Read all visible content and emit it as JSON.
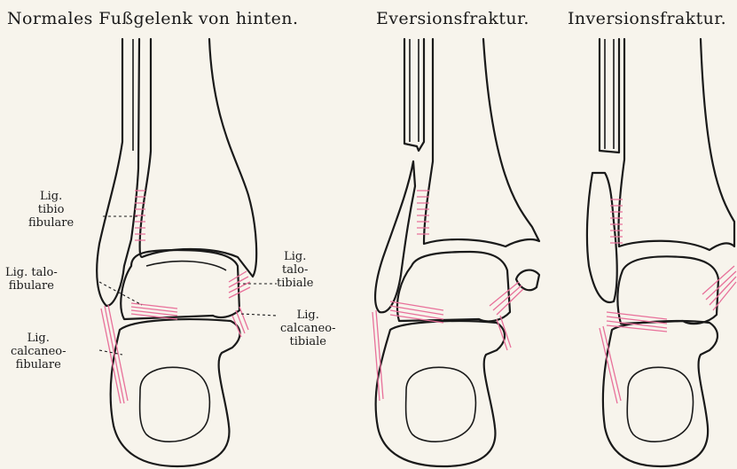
{
  "titles": {
    "normal": "Normales Fußgelenk von hinten.",
    "eversion": "Eversionsfraktur.",
    "inversion": "Inversionsfraktur."
  },
  "labels": {
    "tibiofibulare": [
      "Lig.",
      "tibio",
      "fibulare"
    ],
    "talofibulare": [
      "Lig. talo-",
      "fibulare"
    ],
    "calcaneofibulare": [
      "Lig.",
      "calcaneo-",
      "fibulare"
    ],
    "talotibiale": [
      "Lig.",
      "talo-",
      "tibiale"
    ],
    "calcaneotibiale": [
      "Lig.",
      "calcaneo-",
      "tibiale"
    ]
  },
  "colors": {
    "ligament": "#e8709a",
    "bone_outline": "#1a1a1a",
    "paper": "#f7f4ec"
  }
}
